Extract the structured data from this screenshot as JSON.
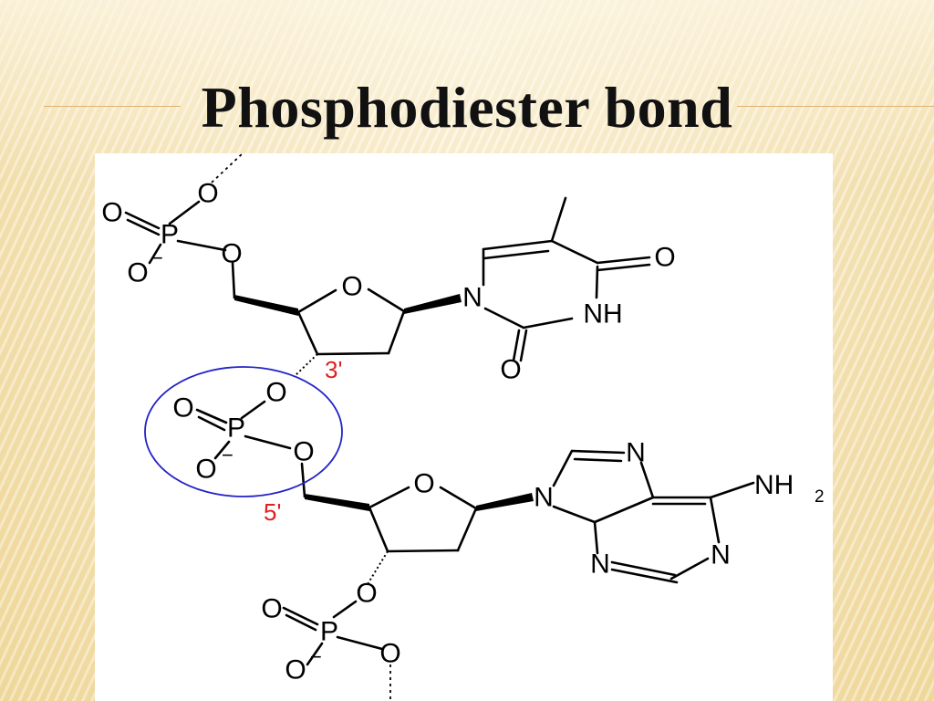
{
  "slide": {
    "title": "Phosphodiester bond"
  },
  "diagram": {
    "atoms": {
      "oxygen": "O",
      "phosphorus": "P",
      "nitrogen": "N",
      "nh": "NH",
      "nh2_main": "NH",
      "nh2_sub": "2",
      "minus": "−"
    },
    "labels": {
      "three_prime": "3'",
      "five_prime": "5'"
    },
    "colors": {
      "bond": "#000000",
      "highlight_circle": "#2323c8",
      "position_label": "#e02020"
    }
  }
}
